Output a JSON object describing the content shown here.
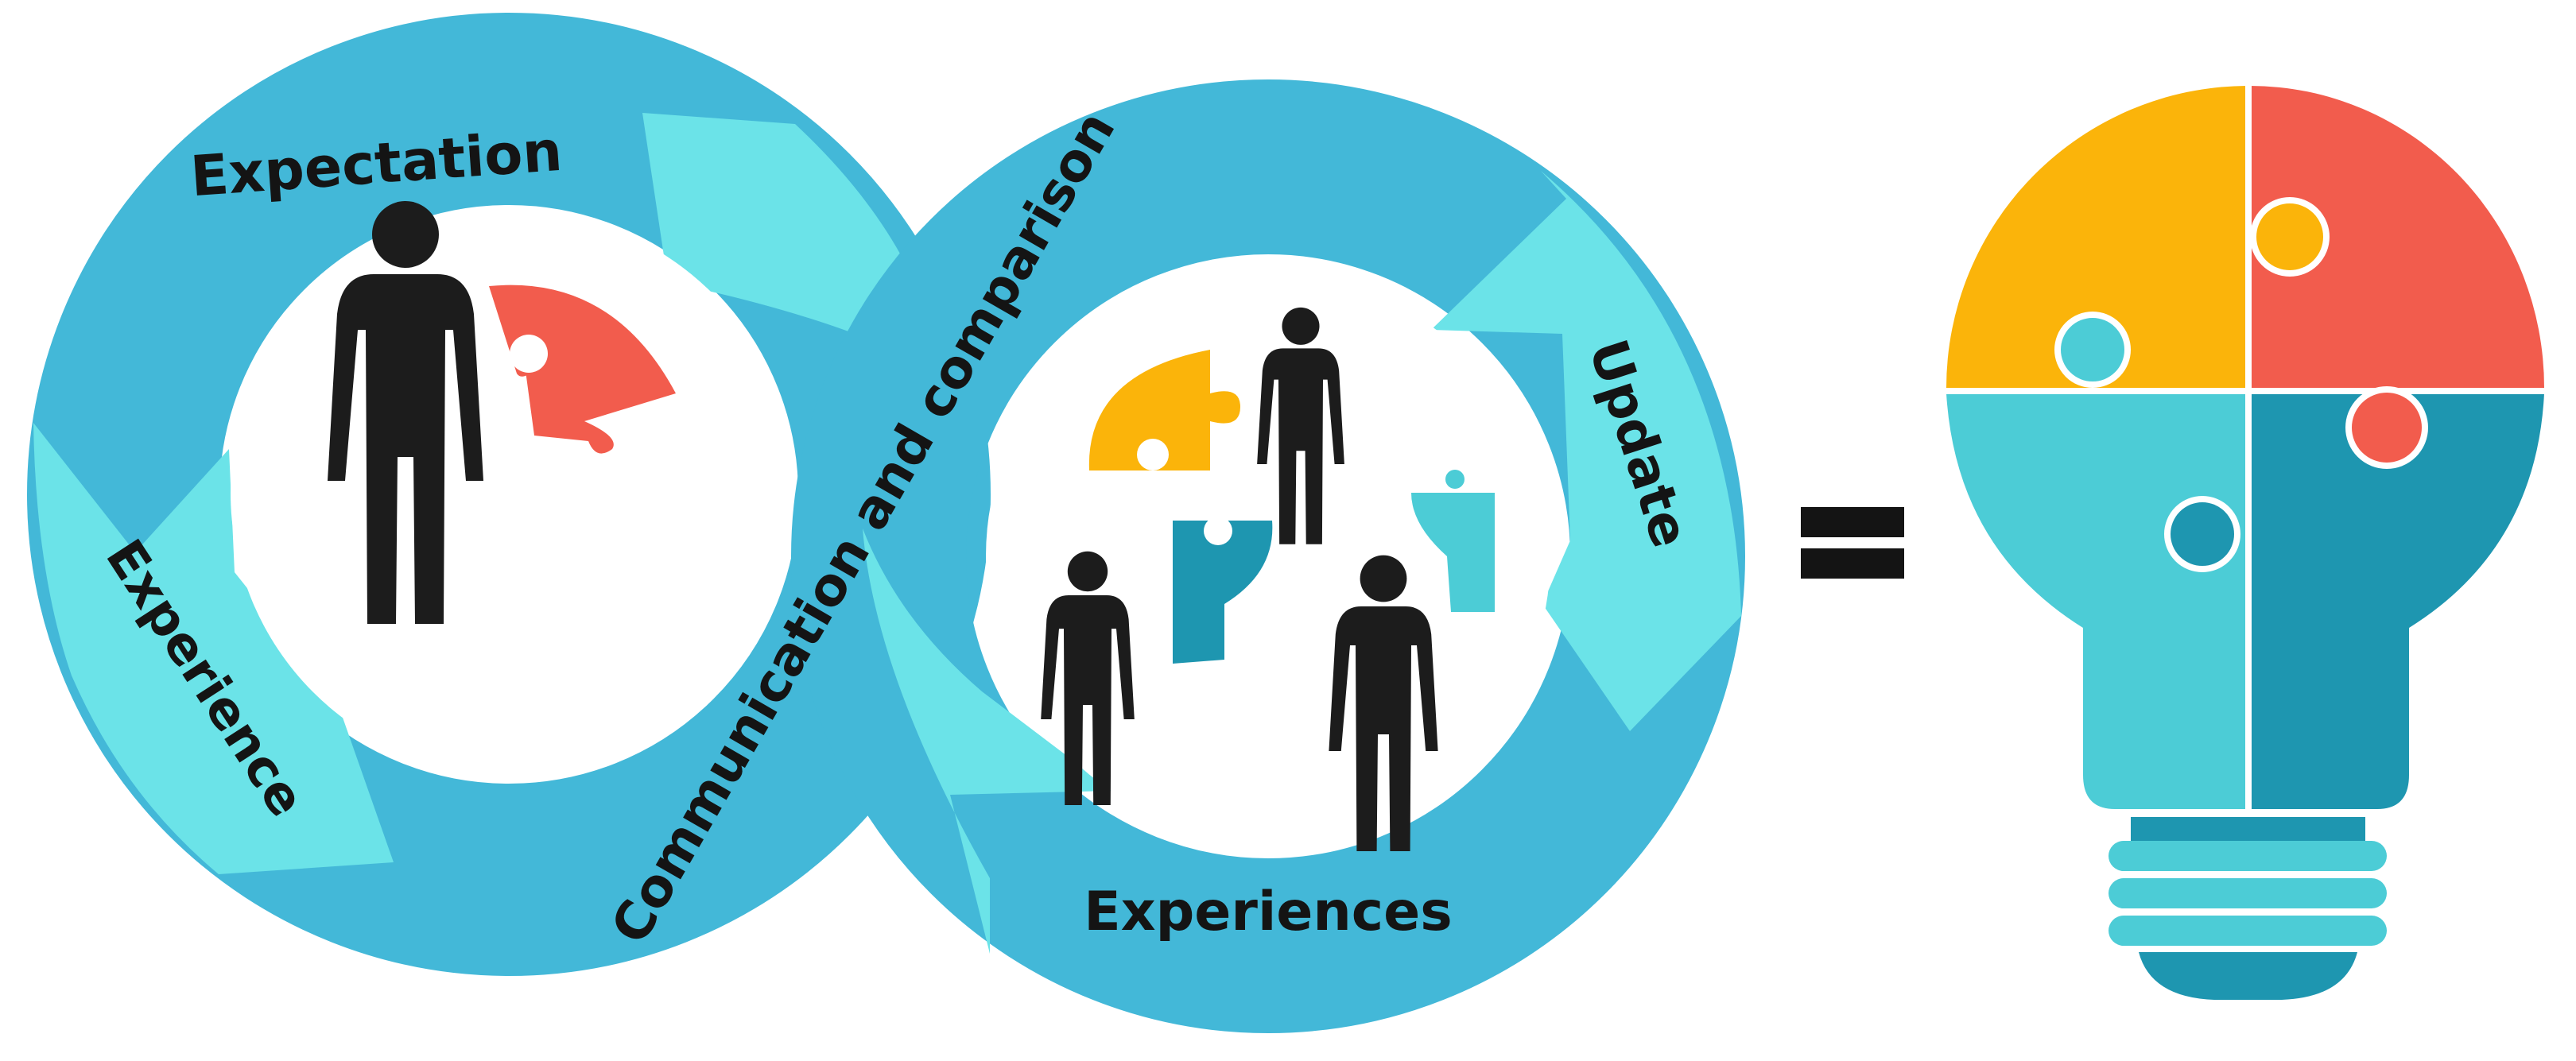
{
  "labels": {
    "expectation": "Expectation",
    "experience": "Experience",
    "communication": "Communication and comparison",
    "update": "Update",
    "experiences": "Experiences"
  },
  "colors": {
    "ring": "#43b8d8",
    "arrow": "#6be3e8",
    "person": "#1c1c1c",
    "yellow": "#fbb40a",
    "red": "#f25c4d",
    "teal_light": "#4cccd6",
    "teal_dark": "#1e96b0",
    "equals": "#141414"
  }
}
